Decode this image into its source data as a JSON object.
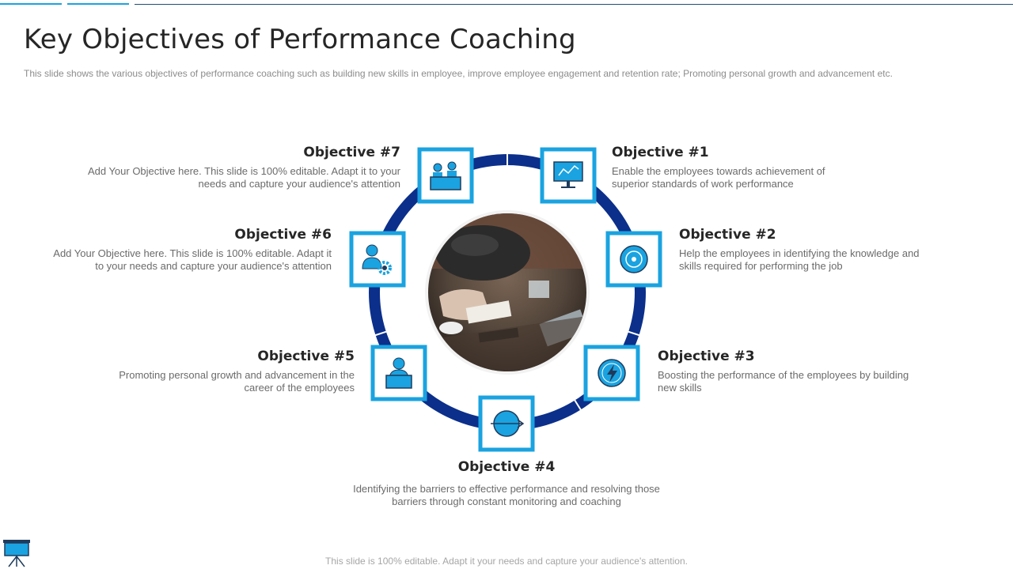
{
  "title": "Key Objectives of Performance Coaching",
  "subtitle": "This slide shows the various objectives of performance coaching such as building new skills in employee, improve employee engagement and retention rate; Promoting personal growth and advancement etc.",
  "colors": {
    "ring": "#0b2f8a",
    "accent": "#1aa3e0",
    "heading": "#262626",
    "body": "#6b6b6b"
  },
  "objectives": [
    {
      "title": "Objective #1",
      "text": "Enable the employees towards achievement  of superior standards of work performance",
      "icon": "monitor-chart-icon"
    },
    {
      "title": "Objective #2",
      "text": "Help the employees in identifying the knowledge and skills required for performing the job",
      "icon": "target-icon"
    },
    {
      "title": "Objective #3",
      "text": "Boosting the performance  of the employees by building new skills",
      "icon": "lightning-icon"
    },
    {
      "title": "Objective #4",
      "text": "Identifying the barriers to effective performance  and resolving those barriers through constant monitoring and coaching",
      "icon": "arrow-circle-icon"
    },
    {
      "title": "Objective #5",
      "text": "Promoting personal growth and advancement  in the career of the employees",
      "icon": "person-laptop-icon"
    },
    {
      "title": "Objective #6",
      "text": "Add Your Objective  here. This slide is 100% editable. Adapt it to your needs and capture your audience's attention",
      "icon": "person-gear-icon"
    },
    {
      "title": "Objective #7",
      "text": "Add Your Objective  here. This slide is 100% editable. Adapt it to your needs and capture your audience's attention",
      "icon": "people-desk-icon"
    }
  ],
  "center_image": "meeting-table-photo",
  "footer": "This slide is 100% editable. Adapt it your needs and capture your audience's attention."
}
